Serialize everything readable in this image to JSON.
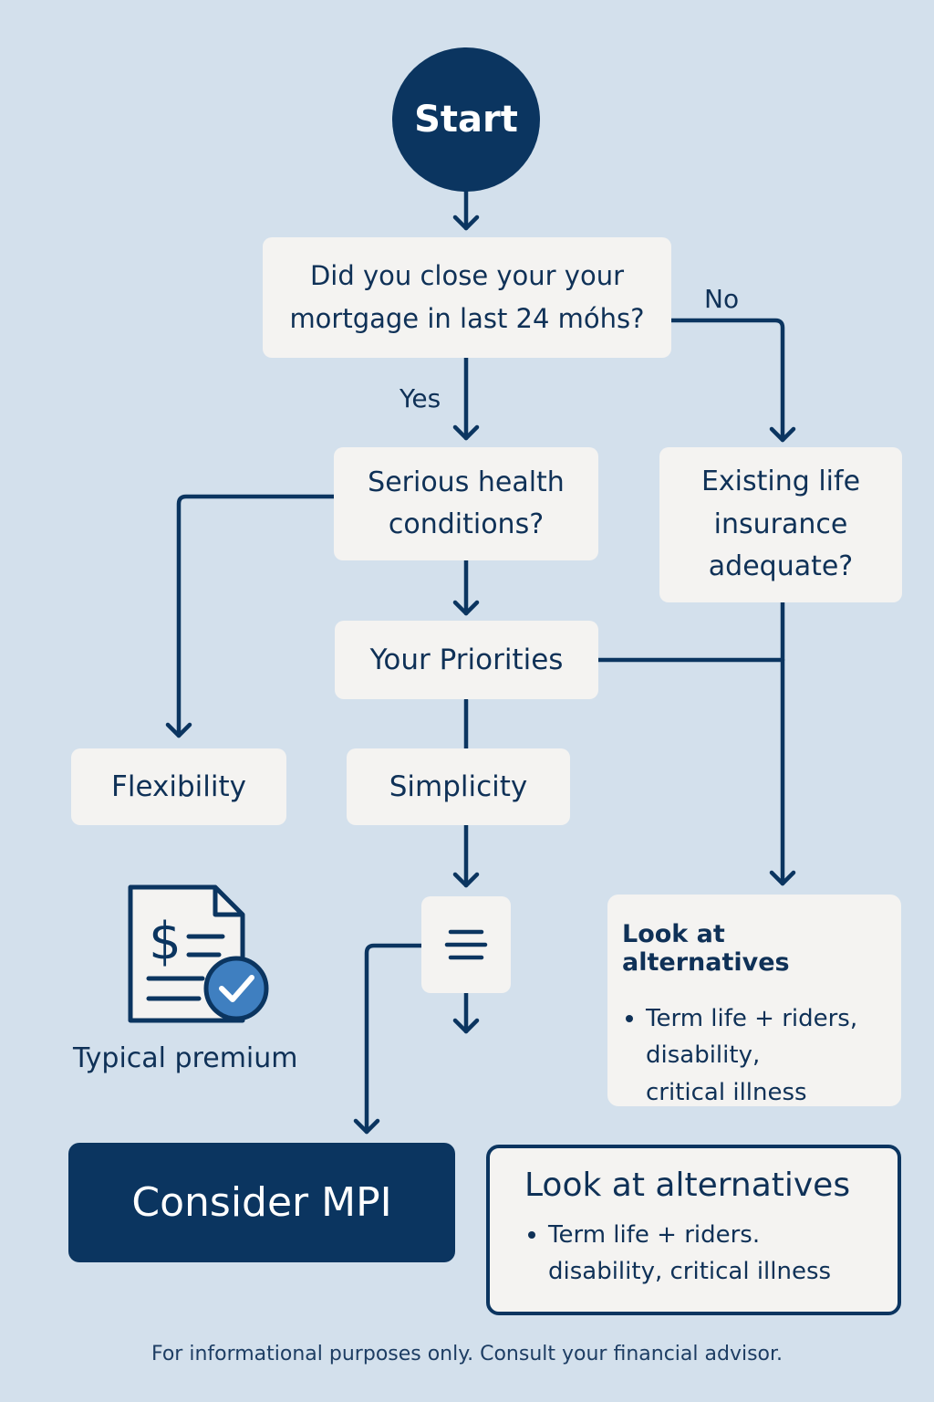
{
  "flowchart": {
    "start_label": "Start",
    "question_mortgage": "Did you close your your\nmortgage in last 24 móhs?",
    "label_no": "No",
    "label_yes": "Yes",
    "question_health": "Serious health\nconditions?",
    "question_life_insurance": "Existing life\ninsurance\nadequate?",
    "priorities_label": "Your Priorities",
    "flexibility_label": "Flexibility",
    "simplicity_label": "Simplicity",
    "premium_caption": "Typical premium",
    "premium_icon": "document-dollar-check-icon",
    "menu_icon": "menu-lines-icon",
    "consider_mpi_label": "Consider MPI",
    "alternatives_1": {
      "title": "Look at alternatives",
      "items": [
        "Term life + riders,\ndisability,\ncritical illness"
      ]
    },
    "alternatives_2": {
      "title": "Look at alternatives",
      "items": [
        "Term life + riders.\ndisability, critical illness"
      ]
    }
  },
  "footer": {
    "disclaimer": "For  informational purposes only. Consult your financial advisor."
  },
  "colors": {
    "background": "#d3e0ec",
    "node_fill": "#f4f3f1",
    "primary_navy": "#0b3560",
    "text": "#0f3157",
    "check_badge": "#3f7fc0"
  }
}
